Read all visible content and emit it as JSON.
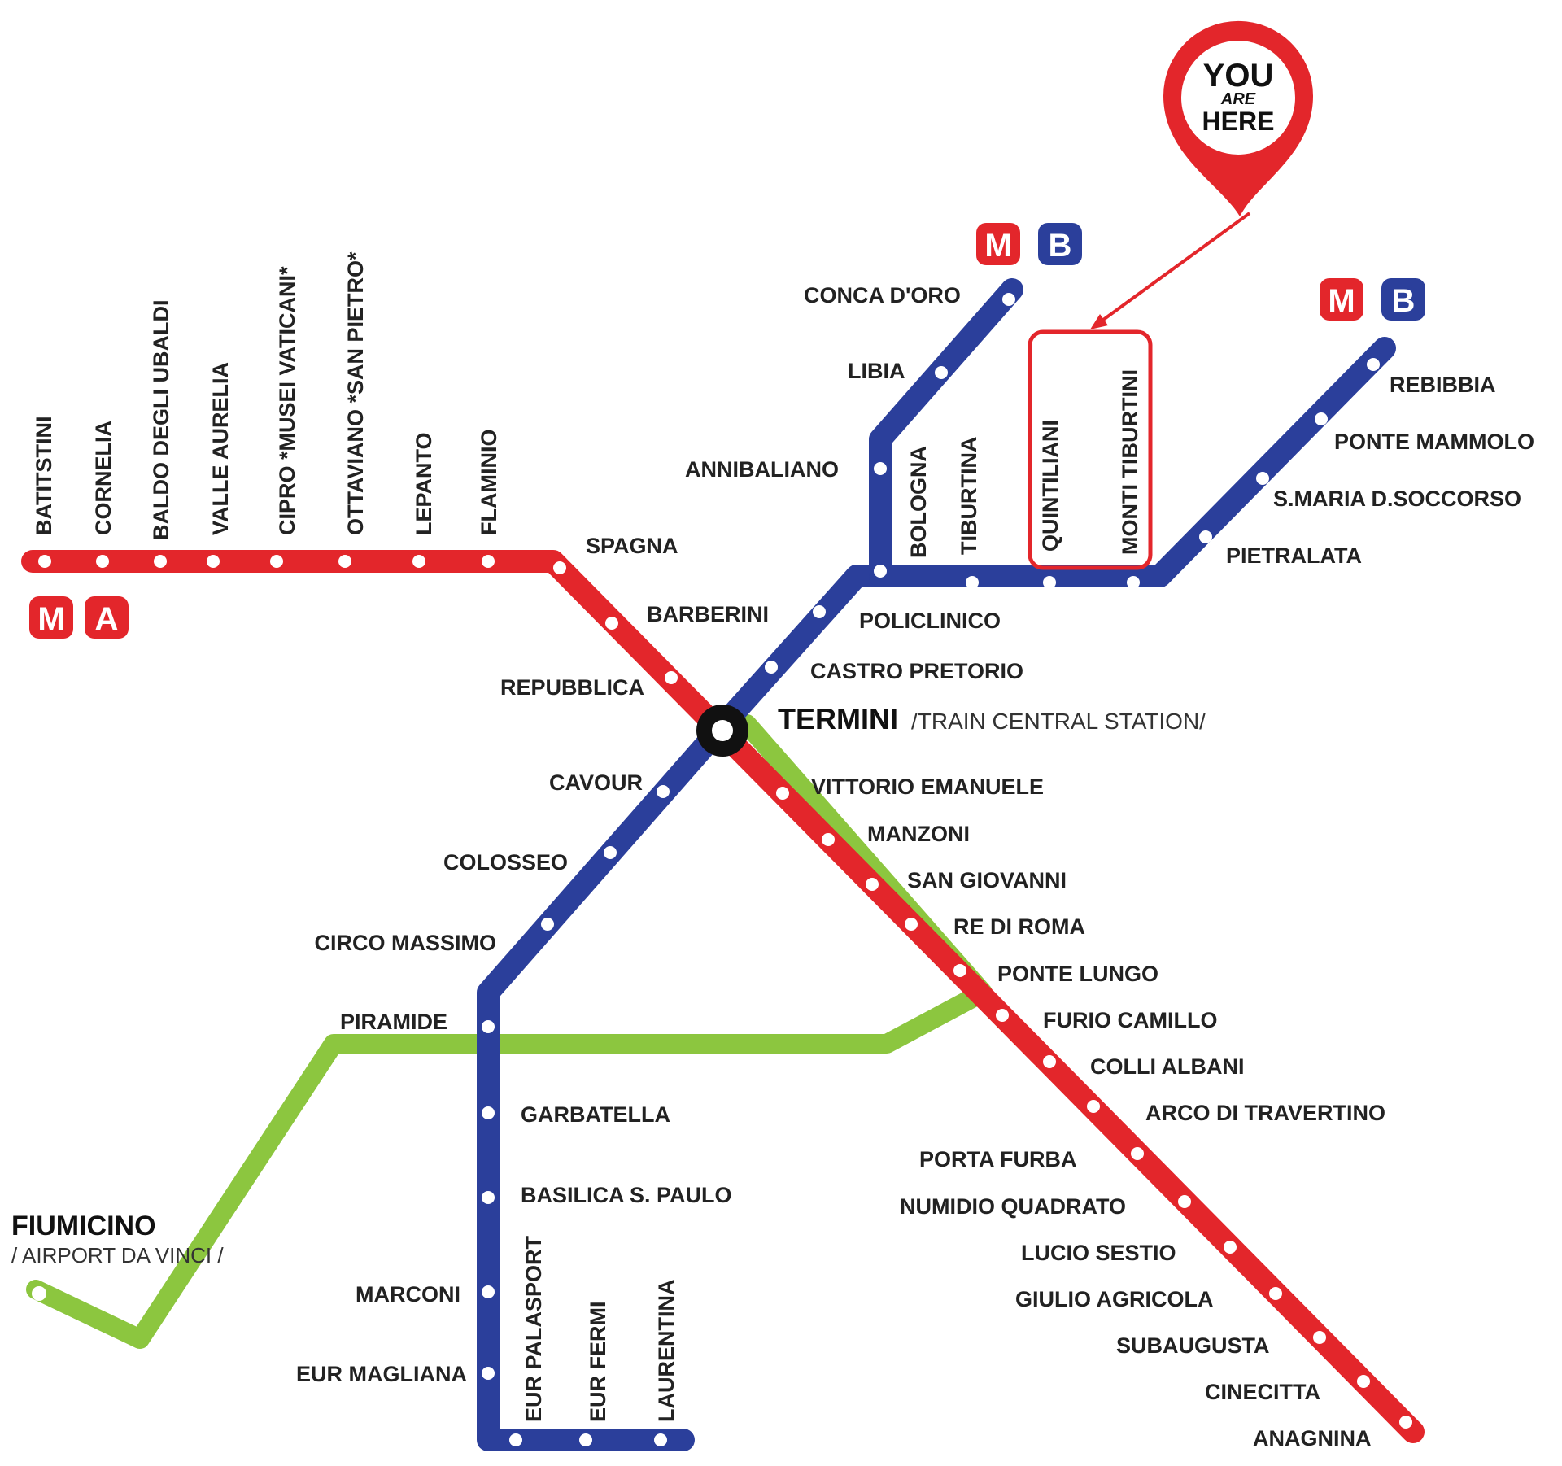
{
  "colors": {
    "line_a": "#e3262b",
    "line_b": "#2b3f9b",
    "line_fl1": "#8cc63f",
    "highlight": "#e3262b",
    "text": "#222222"
  },
  "badges": {
    "metro": "M",
    "line_a": "A",
    "line_b": "B"
  },
  "pin": {
    "line1": "YOU",
    "line2": "ARE",
    "line3": "HERE"
  },
  "line_a": {
    "stations": [
      "BATITSTINI",
      "CORNELIA",
      "BALDO DEGLI UBALDI",
      "VALLE AURELIA",
      "CIPRO *MUSEI VATICANI*",
      "OTTAVIANO *SAN PIETRO*",
      "LEPANTO",
      "FLAMINIO",
      "SPAGNA",
      "BARBERINI",
      "REPUBBLICA",
      "VITTORIO EMANUELE",
      "MANZONI",
      "SAN GIOVANNI",
      "RE DI ROMA",
      "PONTE LUNGO",
      "FURIO CAMILLO",
      "COLLI ALBANI",
      "ARCO DI TRAVERTINO",
      "PORTA FURBA",
      "NUMIDIO QUADRATO",
      "LUCIO SESTIO",
      "GIULIO AGRICOLA",
      "SUBAUGUSTA",
      "CINECITTA",
      "ANAGNINA"
    ]
  },
  "line_b": {
    "stations": [
      "CONCA D'ORO",
      "LIBIA",
      "ANNIBALIANO",
      "BOLOGNA",
      "TIBURTINA",
      "QUINTILIANI",
      "MONTI TIBURTINI",
      "PIETRALATA",
      "S.MARIA D.SOCCORSO",
      "PONTE MAMMOLO",
      "REBIBBIA",
      "POLICLINICO",
      "CASTRO PRETORIO",
      "CAVOUR",
      "COLOSSEO",
      "CIRCO MASSIMO",
      "PIRAMIDE",
      "GARBATELLA",
      "BASILICA S. PAULO",
      "MARCONI",
      "EUR MAGLIANA",
      "EUR PALASPORT",
      "EUR FERMI",
      "LAURENTINA"
    ]
  },
  "termini": {
    "name": "TERMINI",
    "subtitle": "/TRAIN CENTRAL STATION/"
  },
  "fiumicino": {
    "name": "FIUMICINO",
    "subtitle": "/ AIRPORT DA VINCI /"
  }
}
